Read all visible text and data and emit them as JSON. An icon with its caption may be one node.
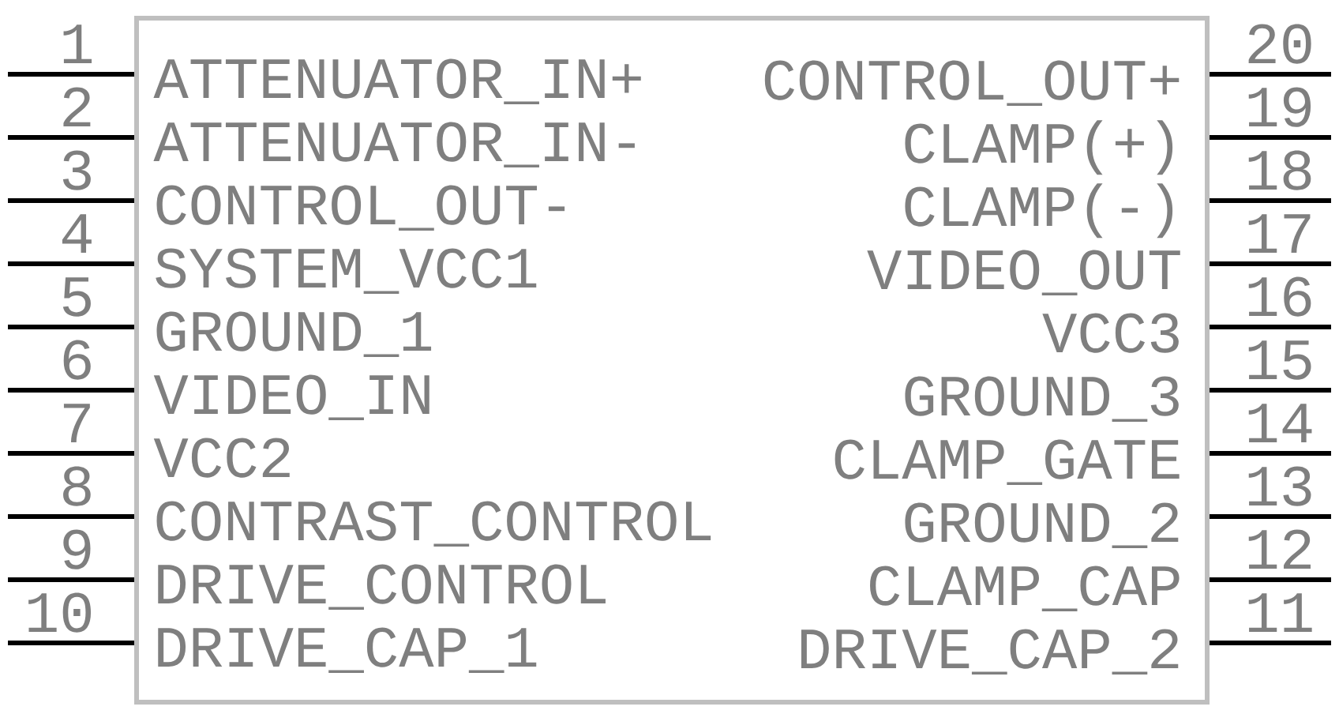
{
  "diagram": {
    "nodes": [
      {
        "text": [
          "ATTENUATOR_IN+",
          "ATTENUATOR_IN-",
          "CONTROL_OUT-",
          "SYSTEM_VCC1",
          "GROUND_1",
          "VIDEO_IN",
          "VCC2",
          "CONTRAST_CONTROL",
          "DRIVE_CONTROL",
          "DRIVE_CAP_1",
          "DRIVE_CAP_2",
          "CLAMP_CAP",
          "GROUND_2",
          "CLAMP_GATE",
          "GROUND_3",
          "VCC3",
          "VIDEO_OUT",
          "CLAMP(-)",
          "CLAMP(+)",
          "CONTROL_OUT+"
        ]
      }
    ],
    "labels": [
      "1",
      "2",
      "3",
      "4",
      "5",
      "6",
      "7",
      "8",
      "9",
      "10",
      "11",
      "12",
      "13",
      "14",
      "15",
      "16",
      "17",
      "18",
      "19",
      "20"
    ]
  }
}
